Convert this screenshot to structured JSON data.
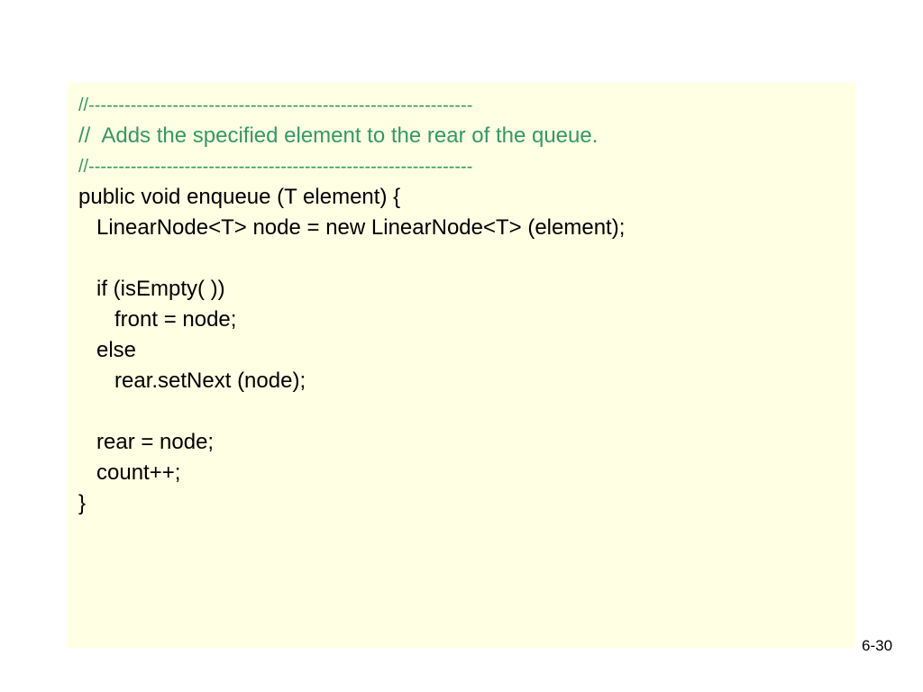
{
  "code": {
    "lines": [
      {
        "text": "//----------------------------------------------------------------",
        "kind": "divider"
      },
      {
        "text": "//  Adds the specified element to the rear of the queue.",
        "kind": "comment"
      },
      {
        "text": "//----------------------------------------------------------------",
        "kind": "divider"
      },
      {
        "text": "public void enqueue (T element) {",
        "kind": "code"
      },
      {
        "text": "   LinearNode<T> node = new LinearNode<T> (element);",
        "kind": "code"
      },
      {
        "text": "",
        "kind": "blank"
      },
      {
        "text": "   if (isEmpty( ))",
        "kind": "code"
      },
      {
        "text": "      front = node;",
        "kind": "code"
      },
      {
        "text": "   else",
        "kind": "code"
      },
      {
        "text": "      rear.setNext (node);",
        "kind": "code"
      },
      {
        "text": "",
        "kind": "blank"
      },
      {
        "text": "   rear = node;",
        "kind": "code"
      },
      {
        "text": "   count++;",
        "kind": "code"
      },
      {
        "text": "}",
        "kind": "code"
      }
    ]
  },
  "slide": {
    "number": "6-30"
  },
  "colors": {
    "panel_background": "#ffffe3",
    "comment": "#339966",
    "code": "#000000"
  }
}
